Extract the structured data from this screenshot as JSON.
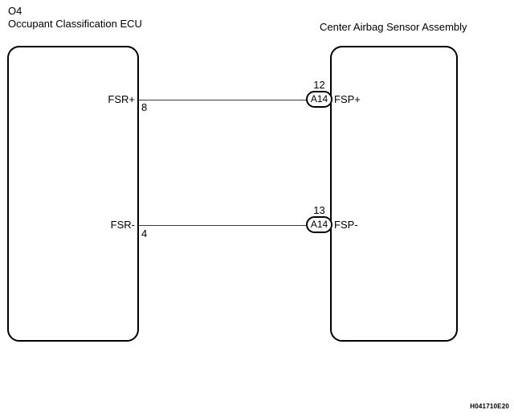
{
  "diagram": {
    "left_component": {
      "code": "O4",
      "name": "Occupant Classification ECU",
      "pins": [
        {
          "label": "FSR+",
          "pin_number": "8"
        },
        {
          "label": "FSR-",
          "pin_number": "4"
        }
      ]
    },
    "right_component": {
      "name": "Center Airbag Sensor Assembly",
      "pins": [
        {
          "pin_number": "12",
          "connector": "A14",
          "label": "FSP+"
        },
        {
          "pin_number": "13",
          "connector": "A14",
          "label": "FSP-"
        }
      ]
    },
    "figure_id": "H041710E20",
    "colors": {
      "line": "#000000",
      "wire": "#3a3a3a",
      "background": "#ffffff"
    }
  }
}
